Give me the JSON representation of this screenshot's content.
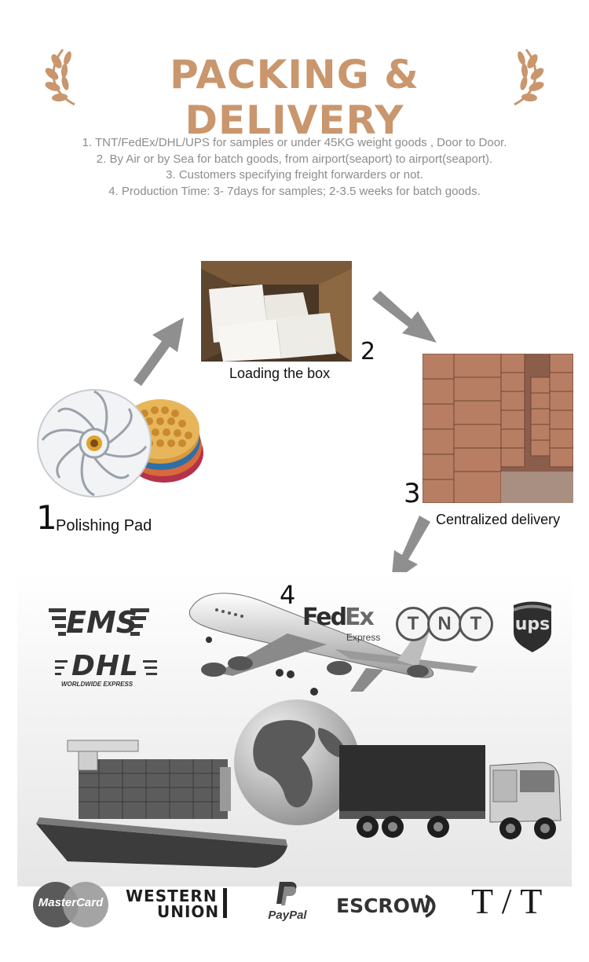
{
  "header": {
    "title": "PACKING & DELIVERY"
  },
  "info_lines": [
    "1. TNT/FedEx/DHL/UPS for samples or under 45KG weight goods , Door to Door.",
    "2. By Air or by Sea for batch goods, from airport(seaport) to airport(seaport).",
    "3. Customers specifying freight forwarders or not.",
    "4. Production Time: 3- 7days for samples; 2-3.5 weeks for batch goods."
  ],
  "steps": [
    {
      "number": "1",
      "label": "Polishing Pad"
    },
    {
      "number": "2",
      "label": "Loading the box"
    },
    {
      "number": "3",
      "label": "Centralized delivery"
    },
    {
      "number": "4",
      "label": ""
    }
  ],
  "carriers": {
    "ems": "EMS",
    "dhl": "DHL",
    "dhl_sub": "WORLDWIDE EXPRESS",
    "fedex_fed": "Fed",
    "fedex_ex": "Ex",
    "fedex_sub": "Express",
    "tnt": [
      "T",
      "N",
      "T"
    ],
    "ups": "ups"
  },
  "payments": {
    "mastercard": "MasterCard",
    "western": "WESTERN",
    "union": "UNION",
    "paypal": "PayPal",
    "escrow": "ESCROW",
    "tt": "T / T"
  },
  "colors": {
    "title": "#c9966d",
    "info_text": "#8c8c8c",
    "arrow": "#8f8f8f"
  }
}
